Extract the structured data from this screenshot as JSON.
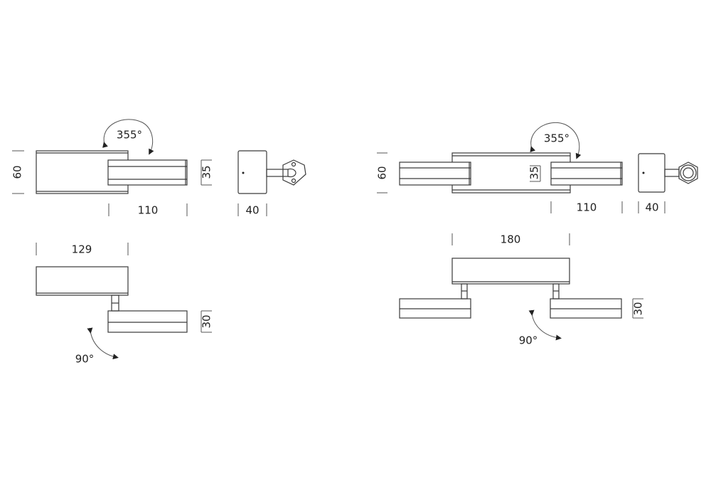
{
  "single_fixture": {
    "rotation_angle": "355°",
    "tilt_angle": "90°",
    "height_body": "60",
    "height_head": "35",
    "length_head": "110",
    "depth_side": "40",
    "width_body": "129",
    "height_head_top": "30"
  },
  "double_fixture": {
    "rotation_angle": "355°",
    "tilt_angle": "90°",
    "height_body": "60",
    "height_head": "35",
    "length_head": "110",
    "depth_side": "40",
    "width_body": "180",
    "height_head_top": "30"
  },
  "colors": {
    "line": "#3a3a3a",
    "background": "#ffffff"
  }
}
